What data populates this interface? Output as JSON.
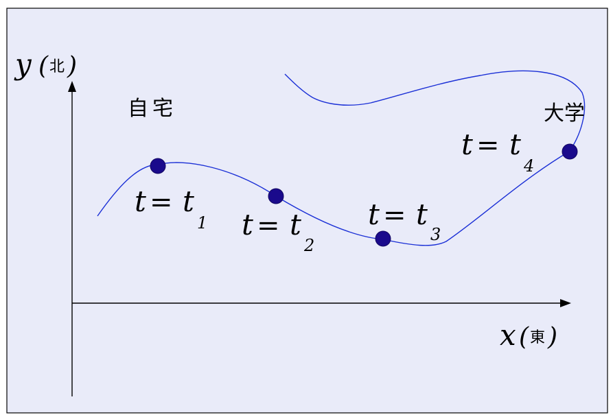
{
  "axes": {
    "y_var": "y",
    "y_unit": "北",
    "x_var": "x",
    "x_unit": "東",
    "paren_open": "(",
    "paren_close": ")"
  },
  "places": {
    "home": "自宅",
    "university": "大学"
  },
  "points": [
    {
      "lhs": "t",
      "eq": "=",
      "var": "t",
      "sub": "1"
    },
    {
      "lhs": "t",
      "eq": "=",
      "var": "t",
      "sub": "2"
    },
    {
      "lhs": "t",
      "eq": "=",
      "var": "t",
      "sub": "3"
    },
    {
      "lhs": "t",
      "eq": "=",
      "var": "t",
      "sub": "4"
    }
  ],
  "colors": {
    "background": "#e9ebf9",
    "path": "#1a2fd6",
    "point": "#1a0a8c"
  }
}
